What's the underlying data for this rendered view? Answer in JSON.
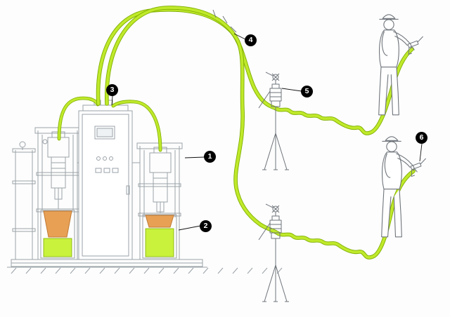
{
  "callouts": [
    {
      "label": "1"
    },
    {
      "label": "2"
    },
    {
      "label": "3"
    },
    {
      "label": "4"
    },
    {
      "label": "5"
    },
    {
      "label": "6"
    }
  ],
  "colors": {
    "bg": "#fdfdfd",
    "line": "#9aa2a8",
    "line-dark": "#6f757b",
    "hose-green": "#bfe92a",
    "hose-dark": "#7fae00",
    "material-green": "#c8f23c",
    "drum-orange": "#e8a055",
    "drum-orange-dark": "#c07a33",
    "badge-bg": "#000000",
    "badge-text": "#ffffff"
  }
}
